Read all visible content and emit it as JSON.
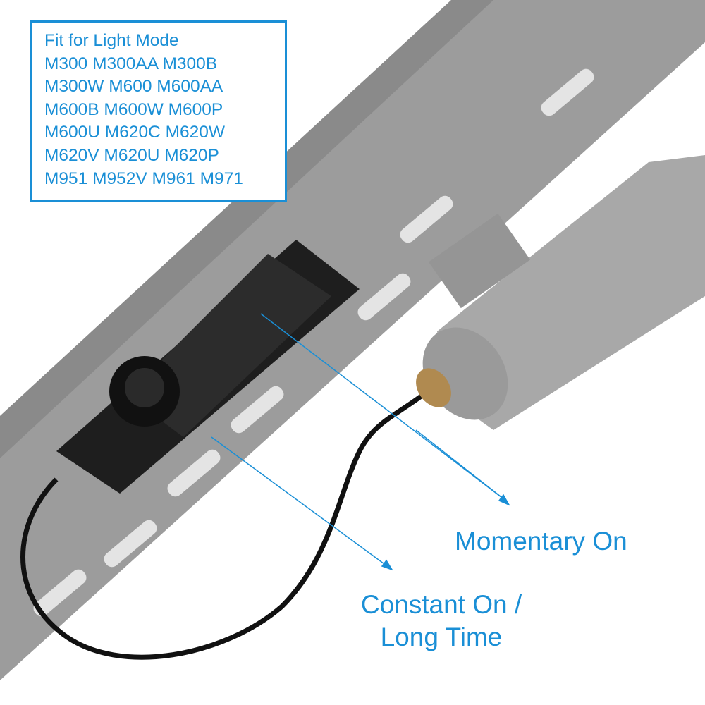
{
  "compatibility": {
    "heading": "Fit for Light Mode",
    "lines": [
      "M300 M300AA M300B",
      "M300W M600 M600AA",
      "M600B M600W M600P",
      "M600U M620C M620W",
      "M620V M620U M620P",
      "M951 M952V M961 M971"
    ]
  },
  "callouts": {
    "momentary": "Momentary On",
    "constant_line1": "Constant On /",
    "constant_line2": "Long Time"
  },
  "colors": {
    "accent": "#1a8fd6",
    "rail": "#9a9a9a",
    "switch": "#1e1e1e"
  }
}
